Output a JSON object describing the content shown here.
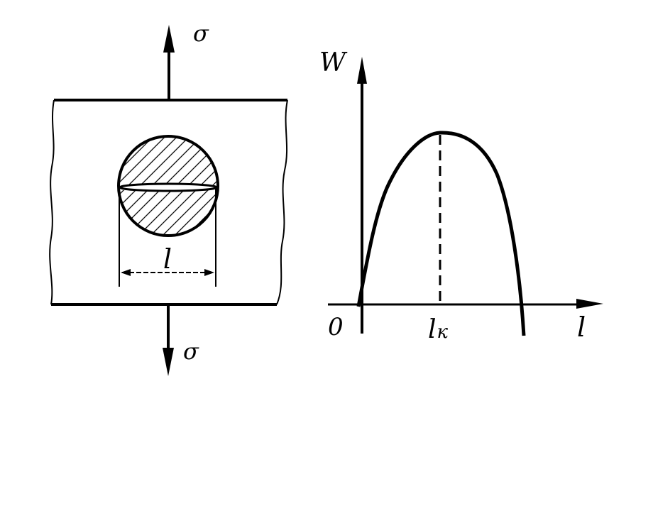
{
  "left_figure": {
    "stress_top": "σ",
    "stress_bottom": "σ",
    "crack_length": "l"
  },
  "right_figure": {
    "y_axis_label": "W",
    "x_axis_label": "l",
    "origin_label": "0",
    "critical_label": "l",
    "critical_sub": "к"
  }
}
